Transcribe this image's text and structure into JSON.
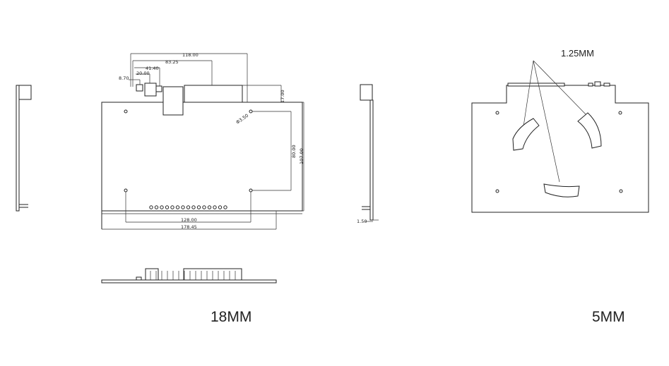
{
  "dimensions": {
    "d118": "118.00",
    "d8325": "83.25",
    "d4140": "41.40",
    "d2000": "20.00",
    "d870": "8.70",
    "d1700": "17.00",
    "hole": "Φ3.50",
    "d8000": "80.00",
    "d10700": "107.00",
    "d12800": "128.00",
    "d17845": "178.45",
    "d150": "1.50"
  },
  "captions": {
    "thickness_left": "18MM",
    "thickness_right": "5MM",
    "callout": "1.25MM"
  }
}
